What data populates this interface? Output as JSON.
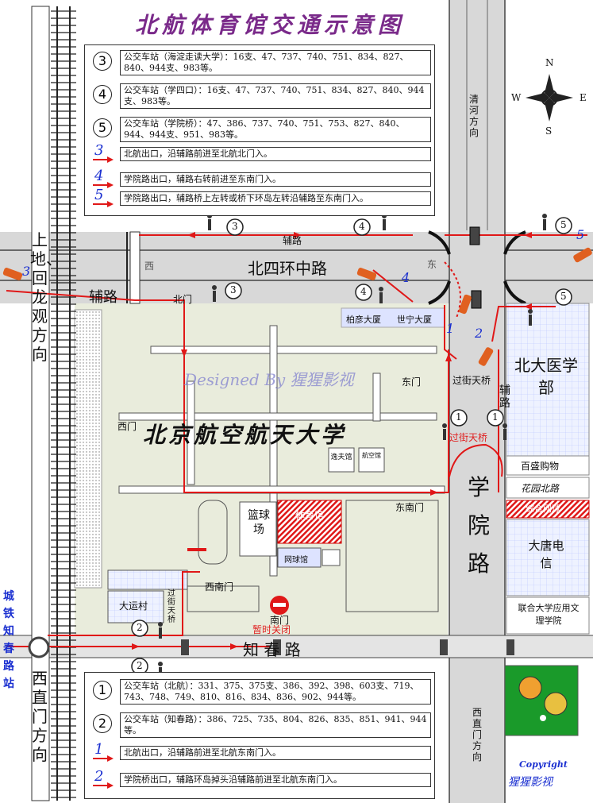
{
  "title": "北航体育馆交通示意图",
  "watermark": "Designed By 猩猩影视",
  "copyright": {
    "line1": "Copyright",
    "line2": "猩猩影视"
  },
  "compass": {
    "n": "N",
    "s": "S",
    "e": "E",
    "w": "W"
  },
  "top_legend": [
    {
      "mark": "3",
      "kind": "circle",
      "text": "公交车站（海淀走读大学）：16支、47、737、740、751、834、827、840、944支、983等。"
    },
    {
      "mark": "4",
      "kind": "circle",
      "text": "公交车站（学四口）：16支、47、737、740、751、834、827、840、944支、983等。"
    },
    {
      "mark": "5",
      "kind": "circle",
      "text": "公交车站（学院桥）：47、386、737、740、751、753、827、840、944、944支、951、983等。"
    },
    {
      "mark": "3",
      "kind": "arrow",
      "text": "北航出口，沿辅路前进至北航北门入。"
    },
    {
      "mark": "4",
      "kind": "arrow",
      "text": "学院路出口，辅路右转前进至东南门入。"
    },
    {
      "mark": "5",
      "kind": "arrow",
      "text": "学院路出口，辅路桥上左转或桥下环岛左转沿辅路至东南门入。"
    }
  ],
  "bottom_legend": [
    {
      "mark": "1",
      "kind": "circle",
      "text": "公交车站（北航）：331、375、375支、386、392、398、603支、719、743、748、749、810、816、834、836、902、944等。"
    },
    {
      "mark": "2",
      "kind": "circle",
      "text": "公交车站（知春路）：386、725、735、804、826、835、851、941、944等。"
    },
    {
      "mark": "1",
      "kind": "arrow",
      "text": "北航出口，沿辅路前进至北航东南门入。"
    },
    {
      "mark": "2",
      "kind": "arrow",
      "text": "学院桥出口，辅路环岛掉头沿辅路前进至北航东南门入。"
    }
  ],
  "roads": {
    "ring": "北四环中路",
    "fulu_top": "辅路",
    "fulu_left": "辅路",
    "west_arrow": "西",
    "east_arrow": "东",
    "xueyuan": "学院路",
    "zhichun": "知 春 路",
    "qinghe": "清河方向",
    "xizhimen_right": "西直门方向",
    "shangdi": "上地、回龙观方向",
    "xizhimen_left": "西直门方向",
    "huayuan": "花园北路",
    "fulu_right": "辅路"
  },
  "places": {
    "campus": "北京航空航天大学",
    "bei_men": "北门",
    "xi_men": "西门",
    "dong_men": "东门",
    "dongnan_men": "东南门",
    "xinan_men": "西南门",
    "nan_men": "南门",
    "closed": "暂时关闭",
    "gym": "体育馆",
    "basketball": "篮球场",
    "tennis": "网球馆",
    "yifu": "逸夫馆",
    "hangkong": "航空馆",
    "dayun": "大运村",
    "guojie_tianqiao_left": "过街天桥",
    "guojie_tianqiao_r1": "过街天桥",
    "guojie_tianqiao_r2": "过街天桥",
    "boyan": "柏彦大厦",
    "shining": "世宁大厦",
    "beida": "北大医学部",
    "baisheng": "百盛购物",
    "datang": "大唐电信",
    "lianhe": "联合大学应用文理学院",
    "metro": "城铁知春路站",
    "fenced": "综合网球"
  },
  "stop_marks": {
    "s3a": "3",
    "s3b": "3",
    "s4a": "4",
    "s4b": "4",
    "s5a": "5",
    "s5b": "5",
    "s1a": "1",
    "s1b": "1",
    "s2a": "2",
    "s2b": "2"
  },
  "route_marks": {
    "r3": "3",
    "r4": "4",
    "r5": "5",
    "r1": "1",
    "r2": "2"
  },
  "colors": {
    "route": "#e01818",
    "road": "#d8d8d8",
    "campus": "#eaeedd",
    "title": "#7a2a8a",
    "blue_text": "#1a2fd0"
  }
}
